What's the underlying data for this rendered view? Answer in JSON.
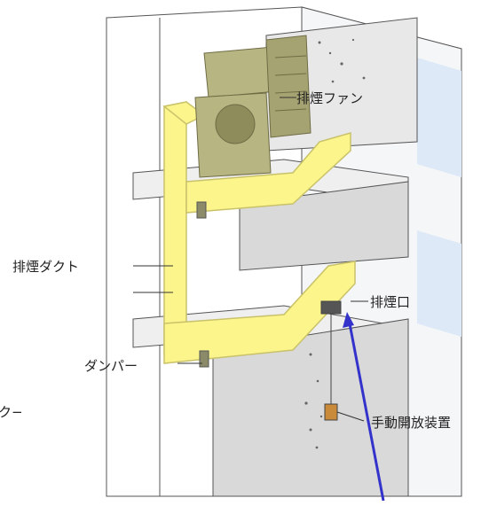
{
  "labels": {
    "fan": "排煙ファン",
    "duct": "排煙ダクト",
    "outlet": "排煙口",
    "damper": "ダンパー",
    "manual": "手動開放装置",
    "cut": "ク−"
  },
  "colors": {
    "duct": "#fbf58c",
    "duct_edge": "#c9c26a",
    "fan": "#b7b582",
    "fan_dark": "#8f8c5c",
    "wall": "#d9d9d9",
    "shade": "#c8c8c8",
    "sky": "#dde9f7",
    "arrow": "#3333cc",
    "box": "#c98a3a"
  }
}
